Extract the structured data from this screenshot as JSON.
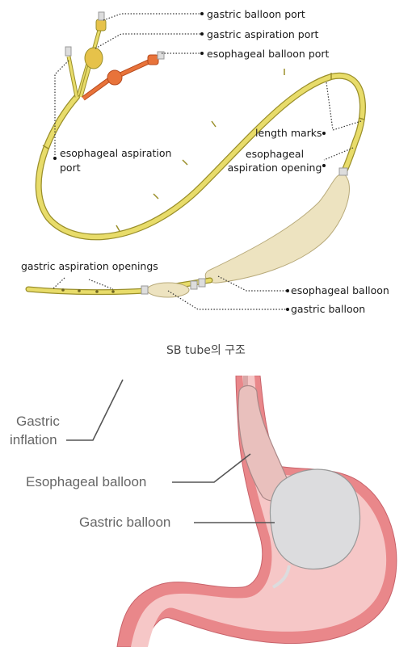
{
  "top_diagram": {
    "labels": {
      "gastric_balloon_port": "gastric balloon port",
      "gastric_aspiration_port": "gastric aspiration port",
      "esophageal_balloon_port": "esophageal balloon port",
      "esophageal_aspiration_port_line1": "esophageal aspiration",
      "esophageal_aspiration_port_line2": "port",
      "length_marks": "length marks",
      "esophageal_aspiration_opening_line1": "esophageal",
      "esophageal_aspiration_opening_line2": "aspiration opening",
      "gastric_aspiration_openings": "gastric aspiration openings",
      "esophageal_balloon": "esophageal balloon",
      "gastric_balloon": "gastric balloon"
    },
    "colors": {
      "tube": "#e8dc6a",
      "tube_outline": "#9a8f2a",
      "balloon": "#ede3c0",
      "esophageal_port": "#e8733a",
      "gastric_port": "#e6c24a"
    }
  },
  "caption": "SB tube의 구조",
  "bottom_diagram": {
    "labels": {
      "gastric_inflation_line1": "Gastric",
      "gastric_inflation_line2": "inflation",
      "esophageal_balloon": "Esophageal balloon",
      "gastric_balloon": "Gastric balloon"
    },
    "colors": {
      "stomach": "#e9878a",
      "stomach_inner": "#f6c7c7",
      "balloon": "#dcdcde"
    }
  }
}
